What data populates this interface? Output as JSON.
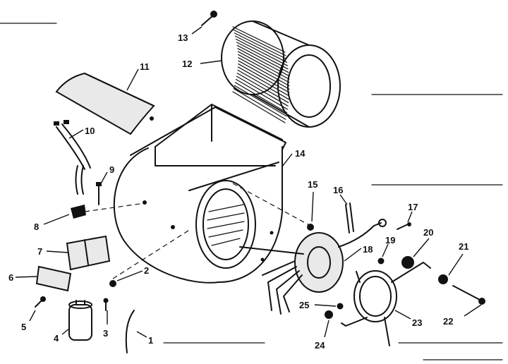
{
  "callouts": [
    "1",
    "2",
    "3",
    "4",
    "5",
    "6",
    "7",
    "8",
    "9",
    "10",
    "11",
    "12",
    "13",
    "14",
    "15",
    "16",
    "17",
    "18",
    "19",
    "20",
    "21",
    "22",
    "23",
    "24",
    "25"
  ],
  "colors": {
    "ink": "#111111",
    "paper": "#ffffff",
    "shade": "#e9e9e9"
  }
}
